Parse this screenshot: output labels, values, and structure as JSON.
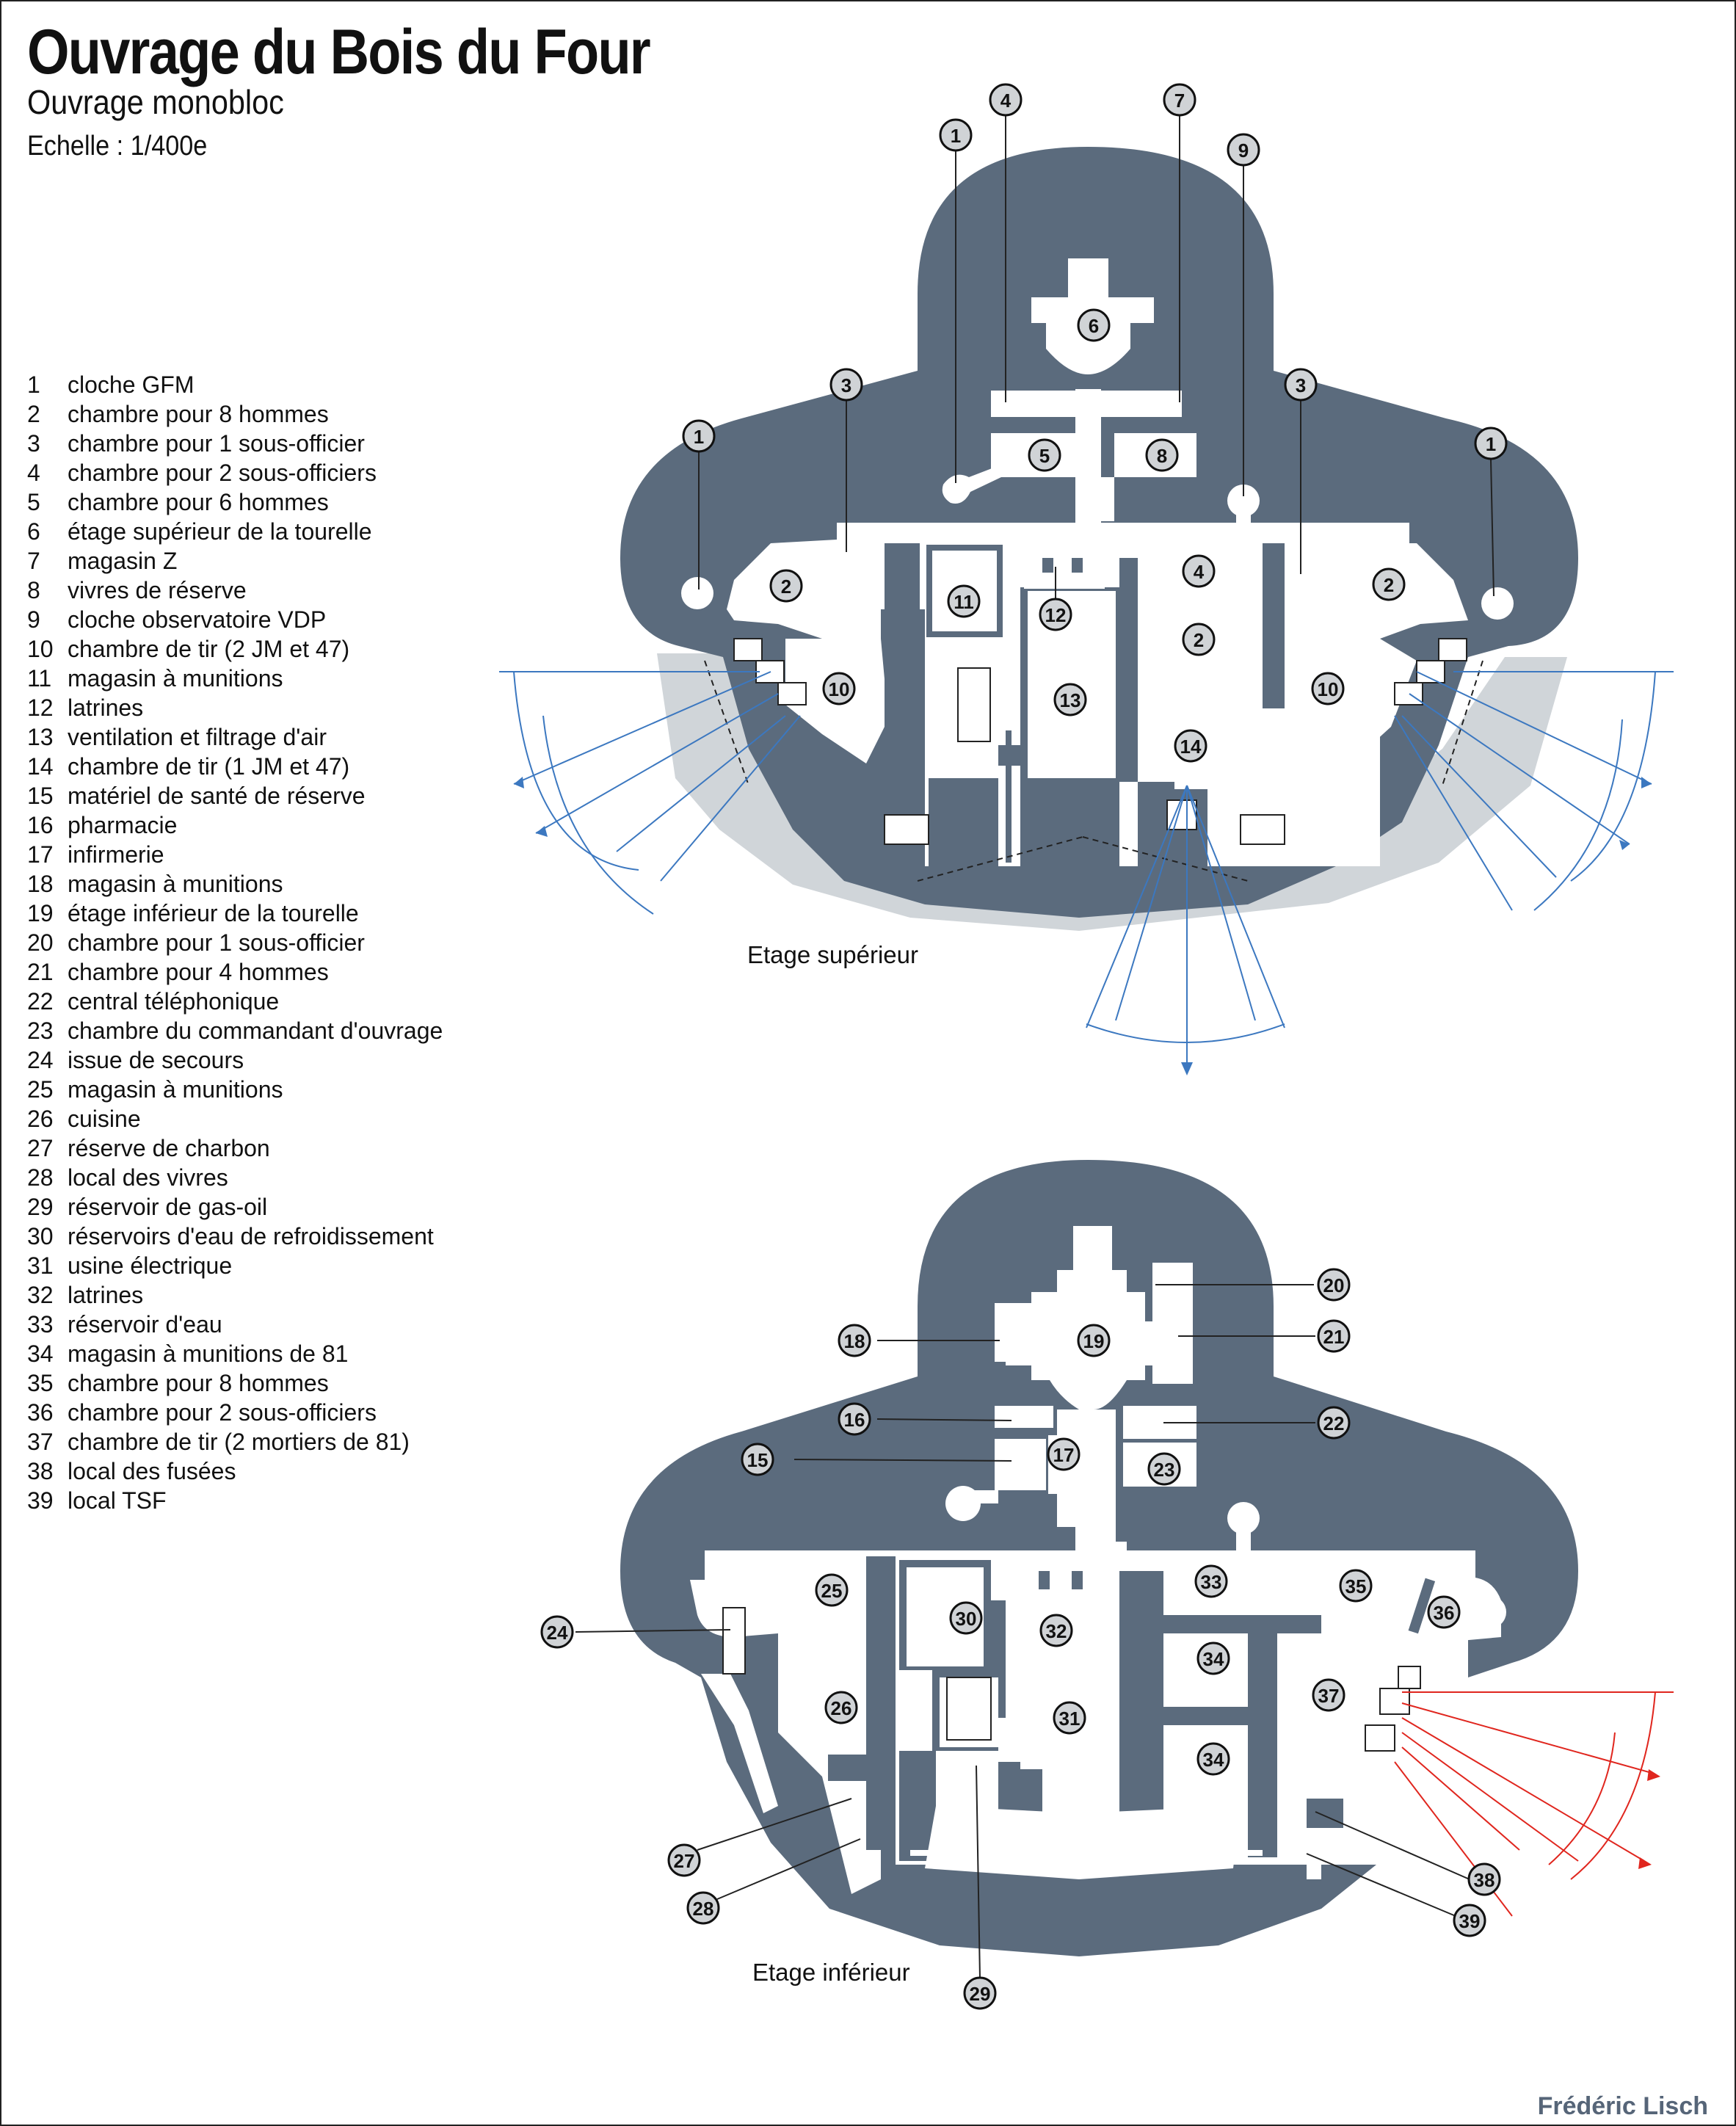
{
  "header": {
    "title": "Ouvrage du Bois du Four",
    "subtitle": "Ouvrage monobloc",
    "scale": "Echelle : 1/400e"
  },
  "legend": [
    {
      "n": "1",
      "label": "cloche GFM"
    },
    {
      "n": "2",
      "label": "chambre pour 8 hommes"
    },
    {
      "n": "3",
      "label": "chambre pour 1 sous-officier"
    },
    {
      "n": "4",
      "label": "chambre pour 2 sous-officiers"
    },
    {
      "n": "5",
      "label": "chambre pour 6 hommes"
    },
    {
      "n": "6",
      "label": "étage supérieur de la tourelle"
    },
    {
      "n": "7",
      "label": "magasin Z"
    },
    {
      "n": "8",
      "label": "vivres de réserve"
    },
    {
      "n": "9",
      "label": "cloche observatoire VDP"
    },
    {
      "n": "10",
      "label": "chambre de tir (2 JM et 47)"
    },
    {
      "n": "11",
      "label": "magasin à munitions"
    },
    {
      "n": "12",
      "label": "latrines"
    },
    {
      "n": "13",
      "label": "ventilation et filtrage d'air"
    },
    {
      "n": "14",
      "label": "chambre de tir (1 JM et 47)"
    },
    {
      "n": "15",
      "label": "matériel de santé de réserve"
    },
    {
      "n": "16",
      "label": "pharmacie"
    },
    {
      "n": "17",
      "label": "infirmerie"
    },
    {
      "n": "18",
      "label": "magasin à munitions"
    },
    {
      "n": "19",
      "label": "étage inférieur de la tourelle"
    },
    {
      "n": "20",
      "label": "chambre pour 1 sous-officier"
    },
    {
      "n": "21",
      "label": "chambre pour 4 hommes"
    },
    {
      "n": "22",
      "label": "central téléphonique"
    },
    {
      "n": "23",
      "label": "chambre du commandant d'ouvrage"
    },
    {
      "n": "24",
      "label": "issue de secours"
    },
    {
      "n": "25",
      "label": "magasin à munitions"
    },
    {
      "n": "26",
      "label": "cuisine"
    },
    {
      "n": "27",
      "label": "réserve de charbon"
    },
    {
      "n": "28",
      "label": "local des vivres"
    },
    {
      "n": "29",
      "label": "réservoir de gas-oil"
    },
    {
      "n": "30",
      "label": "réservoirs d'eau de refroidissement"
    },
    {
      "n": "31",
      "label": "usine électrique"
    },
    {
      "n": "32",
      "label": "latrines"
    },
    {
      "n": "33",
      "label": "réservoir d'eau"
    },
    {
      "n": "34",
      "label": "magasin à munitions de 81"
    },
    {
      "n": "35",
      "label": "chambre pour 8 hommes"
    },
    {
      "n": "36",
      "label": "chambre pour 2 sous-officiers"
    },
    {
      "n": "37",
      "label": "chambre de tir (2 mortiers de 81)"
    },
    {
      "n": "38",
      "label": "local des fusées"
    },
    {
      "n": "39",
      "label": "local TSF"
    }
  ],
  "upper_floor": {
    "caption": "Etage supérieur",
    "badges": [
      "1",
      "4",
      "7",
      "9",
      "6",
      "3",
      "3",
      "1",
      "1",
      "5",
      "8",
      "2",
      "4",
      "2",
      "11",
      "12",
      "13",
      "2",
      "10",
      "10",
      "14"
    ]
  },
  "lower_floor": {
    "caption": "Etage inférieur",
    "badges": [
      "20",
      "18",
      "19",
      "21",
      "16",
      "22",
      "15",
      "17",
      "23",
      "25",
      "33",
      "35",
      "30",
      "32",
      "36",
      "24",
      "34",
      "26",
      "31",
      "37",
      "34",
      "27",
      "38",
      "28",
      "39",
      "29"
    ]
  },
  "credit": "Frédéric Lisch",
  "colors": {
    "concrete": "#5b6b7d",
    "ditch": "#d0d5d9",
    "room": "#ffffff",
    "fire_upper": "#3c78c0",
    "fire_lower": "#e0261e",
    "badge_fill": "#d0d3d6",
    "credit": "#566578"
  }
}
